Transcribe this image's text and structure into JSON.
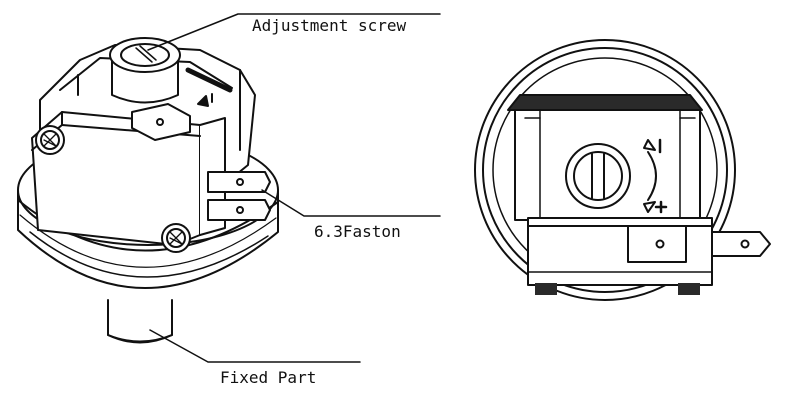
{
  "labels": {
    "adjustment_screw": "Adjustment screw",
    "faston": "6.3Faston",
    "fixed_part": "Fixed Part"
  },
  "colors": {
    "ink": "#111111",
    "paper": "#ffffff",
    "shade": "#2a2a2a"
  }
}
